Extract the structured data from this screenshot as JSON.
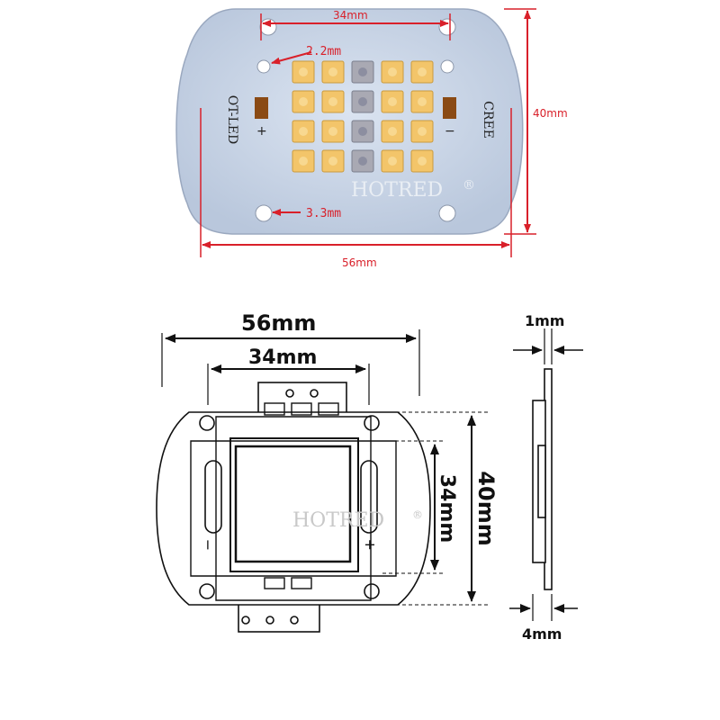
{
  "photo": {
    "dims": {
      "top_width": "34mm",
      "hole_small": "2.2mm",
      "hole_large": "3.3mm",
      "height": "40mm",
      "width": "56mm"
    },
    "board": {
      "brand_left": "OT-LED",
      "brand_right": "CREE",
      "pad_plus": "+",
      "pad_minus": "−",
      "watermark": "HOTRED",
      "registered_mark": "®"
    },
    "led_grid": {
      "rows": 4,
      "cols": 5,
      "blue_column": 3
    },
    "colors": {
      "dim": "#d9202a",
      "board": "#c6d2e4",
      "led": "#f3c56a",
      "led_blue": "#a9a9b3",
      "pad": "#8a4a14"
    }
  },
  "drawing": {
    "dims": {
      "width": "56mm",
      "inner_width": "34mm",
      "height": "40mm",
      "inner_height": "34mm",
      "thickness_top": "1mm",
      "thickness_bottom": "4mm"
    },
    "labels": {
      "minus": "−",
      "plus": "+",
      "watermark": "HOTRED",
      "registered_mark": "®"
    }
  }
}
